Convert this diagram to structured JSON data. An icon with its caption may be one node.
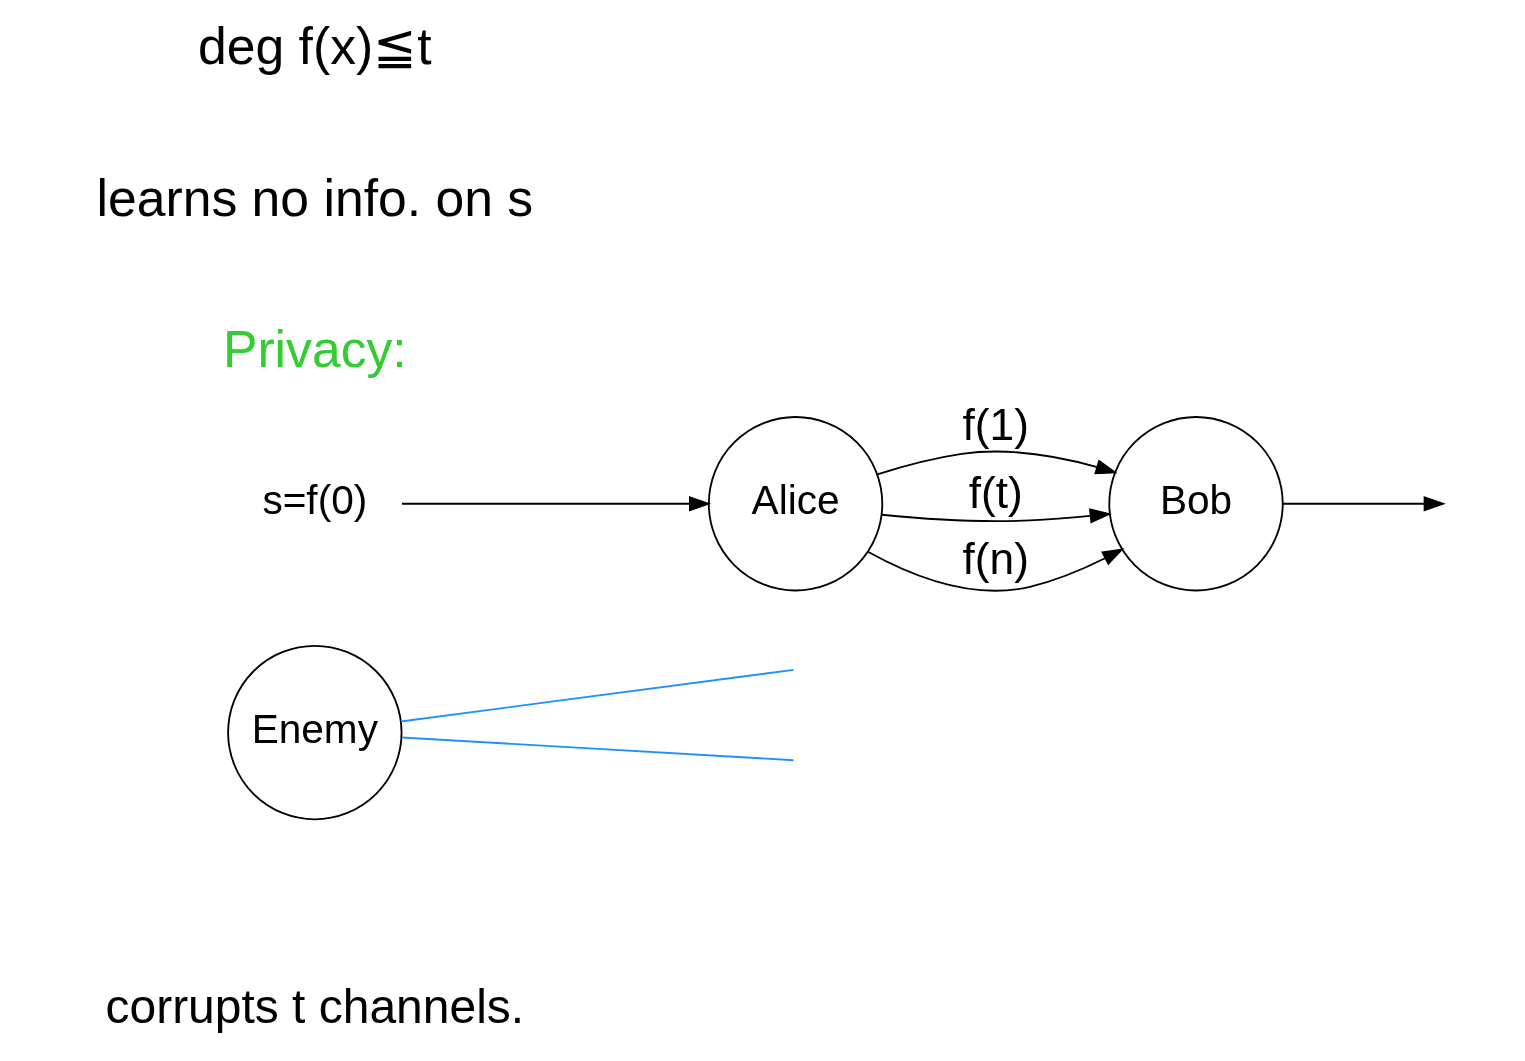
{
  "diagram": {
    "nodes": [
      {
        "text": [
          "Enemy"
        ],
        "beside": [
          "corrupts t channels."
        ]
      },
      {
        "text": [
          "s=f(0)"
        ]
      },
      {
        "text": [
          "Alice"
        ]
      },
      {
        "text": [
          "Bob"
        ]
      }
    ],
    "edges": [
      {
        "from": 1,
        "to": 2,
        "arrow": "to"
      },
      {
        "from": 2,
        "to": 3,
        "arrow": "to",
        "label": "f(1)"
      },
      {
        "from": 2,
        "to": 3,
        "arrow": "to",
        "label": "f(t)"
      },
      {
        "from": 2,
        "to": 3,
        "arrow": "to",
        "label": "f(n)"
      },
      {
        "from": 3,
        "to": null,
        "arrow": "to"
      },
      {
        "from": 0,
        "to": null,
        "arrow": "none",
        "color": "#1e90ff"
      },
      {
        "from": 0,
        "to": null,
        "arrow": "none",
        "color": "#1e90ff"
      }
    ],
    "labels": [
      "Privacy:",
      "learns no info. on s",
      "deg f(x)≦t"
    ]
  }
}
